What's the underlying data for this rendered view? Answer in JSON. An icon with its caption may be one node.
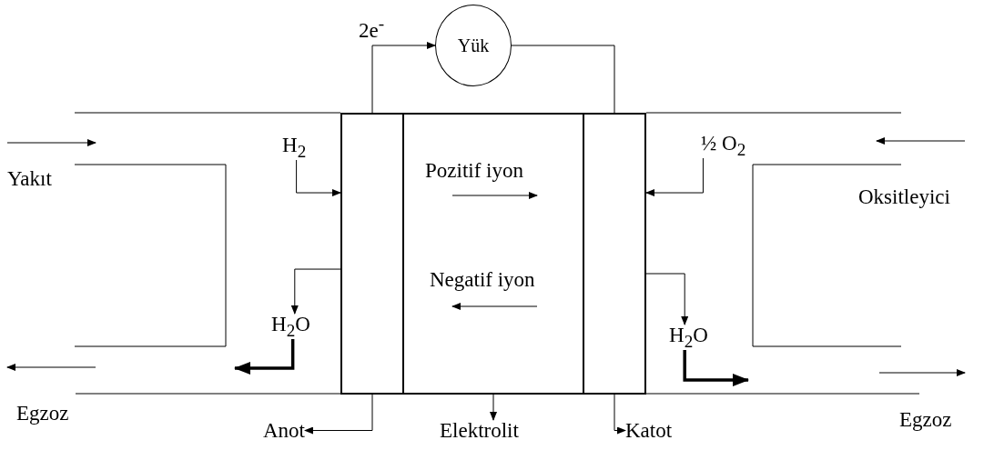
{
  "diagram": {
    "nodes": [
      {
        "text": [],
        "shape": "box"
      },
      {
        "text": [
          "Pozitif iyon",
          "Negatif iyon"
        ]
      },
      {
        "text": [],
        "shape": "box"
      },
      {
        "text": [
          "Yük"
        ]
      },
      {
        "text": [
          "H$_{2}$"
        ]
      },
      {
        "text": [
          "H$_{2}$O"
        ]
      },
      {
        "text": [
          "½ O$_{2}$"
        ]
      },
      {
        "text": [
          "H$_{2}$O"
        ]
      },
      {
        "text": [
          "Anot"
        ]
      },
      {
        "text": [
          "Elektrolit"
        ]
      },
      {
        "text": [
          "Katot"
        ]
      }
    ],
    "edges": [
      {
        "from": 0,
        "to": 3,
        "arrow": "to",
        "label": "2e$^{-}$"
      },
      {
        "from": 3,
        "to": 2,
        "arrow": "none"
      },
      {
        "from": 4,
        "to": 0,
        "arrow": "to"
      },
      {
        "from": 0,
        "to": 5,
        "arrow": "to"
      },
      {
        "from": 5,
        "to": null,
        "arrow": "to",
        "style": "thick"
      },
      {
        "from": 6,
        "to": 2,
        "arrow": "to"
      },
      {
        "from": 2,
        "to": 7,
        "arrow": "to"
      },
      {
        "from": 7,
        "to": null,
        "arrow": "to",
        "style": "thick"
      },
      {
        "from": 0,
        "to": 8,
        "arrow": "to"
      },
      {
        "from": 1,
        "to": 9,
        "arrow": "to"
      },
      {
        "from": 2,
        "to": 10,
        "arrow": "to"
      }
    ],
    "labels": [
      "Yakıt",
      "Oksitleyici",
      "Egzoz",
      "Egzoz"
    ]
  }
}
